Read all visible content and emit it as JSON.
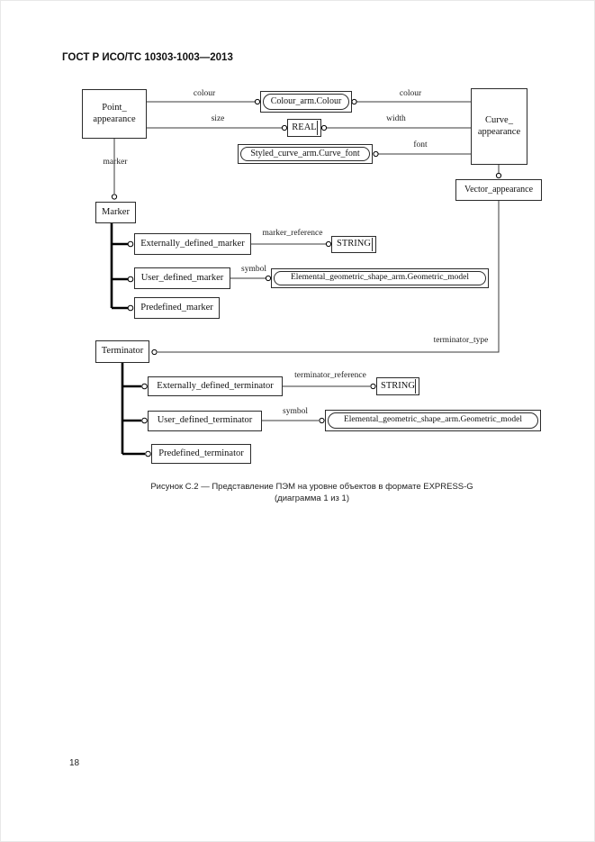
{
  "header": {
    "title": "ГОСТ Р ИСО/ТС 10303-1003—2013"
  },
  "page_number": "18",
  "caption": {
    "line1": "Рисунок  С.2 — Представление ПЭМ на уровне объектов в формате EXPRESS-G",
    "line2": "(диаграмма 1 из 1)"
  },
  "diagram": {
    "boxes": {
      "point_appearance": {
        "label": "Point_\nappearance"
      },
      "curve_appearance": {
        "label": "Curve_\nappearance"
      },
      "colour_arm_colour": {
        "label": "Colour_arm.Colour"
      },
      "real": {
        "label": "REAL"
      },
      "styled_curve_font": {
        "label": "Styled_curve_arm.Curve_font"
      },
      "vector_appearance": {
        "label": "Vector_appearance"
      },
      "marker": {
        "label": "Marker"
      },
      "externally_defined_marker": {
        "label": "Externally_defined_marker"
      },
      "string_marker": {
        "label": "STRING"
      },
      "user_defined_marker": {
        "label": "User_defined_marker"
      },
      "elemental_marker": {
        "label": "Elemental_geometric_shape_arm.Geometric_model"
      },
      "predefined_marker": {
        "label": "Predefined_marker"
      },
      "terminator": {
        "label": "Terminator"
      },
      "externally_defined_terminator": {
        "label": "Externally_defined_terminator"
      },
      "string_terminator": {
        "label": "STRING"
      },
      "user_defined_terminator": {
        "label": "User_defined_terminator"
      },
      "elemental_terminator": {
        "label": "Elemental_geometric_shape_arm.Geometric_model"
      },
      "predefined_terminator": {
        "label": "Predefined_terminator"
      }
    },
    "edge_labels": {
      "colour_left": "colour",
      "colour_right": "colour",
      "size": "size",
      "width": "width",
      "font": "font",
      "marker": "marker",
      "marker_reference": "marker_reference",
      "symbol_marker": "symbol",
      "terminator_type": "terminator_type",
      "terminator_reference": "terminator_reference",
      "symbol_terminator": "symbol"
    }
  }
}
